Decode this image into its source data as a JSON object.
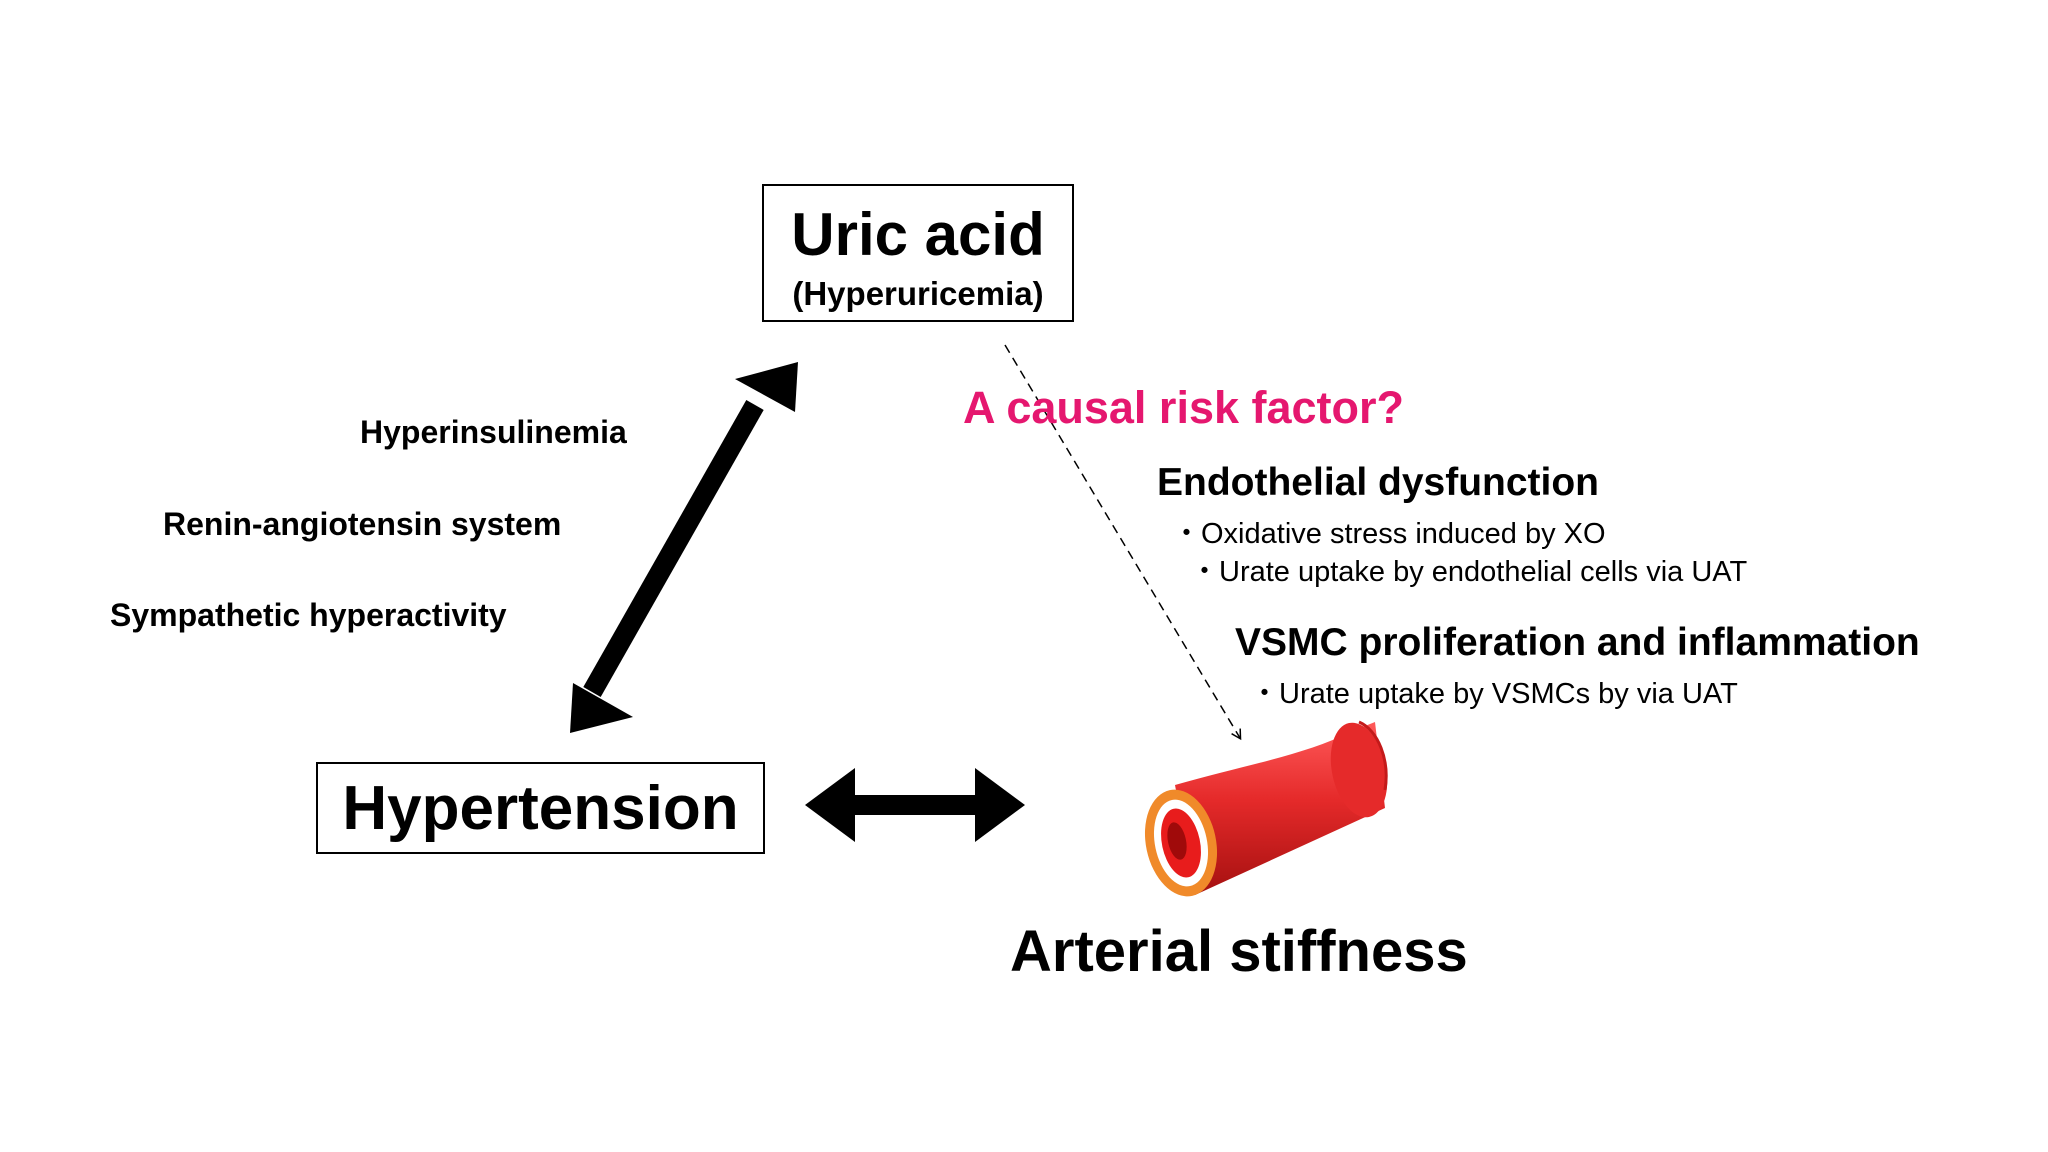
{
  "nodes": {
    "uric_acid": {
      "title": "Uric acid",
      "subtitle": "(Hyperuricemia)"
    },
    "hypertension": {
      "title": "Hypertension"
    },
    "arterial_stiffness": {
      "title": "Arterial stiffness"
    }
  },
  "mechanisms": {
    "items": [
      "Hyperinsulinemia",
      "Renin-angiotensin system",
      "Sympathetic hyperactivity"
    ]
  },
  "causal_question": {
    "label": "A causal risk factor?",
    "color": "#e5176f"
  },
  "pathways": {
    "endothelial": {
      "heading": "Endothelial dysfunction",
      "bullets": [
        "・Oxidative stress induced by XO",
        "・Urate uptake by endothelial cells via UAT"
      ]
    },
    "vsmc": {
      "heading": "VSMC proliferation and inflammation",
      "bullets": [
        "・Urate uptake by VSMCs by via UAT"
      ]
    }
  },
  "colors": {
    "vessel_red": "#e52a2a",
    "vessel_dark_red": "#b81414",
    "vessel_rim": "#f08a2a"
  }
}
